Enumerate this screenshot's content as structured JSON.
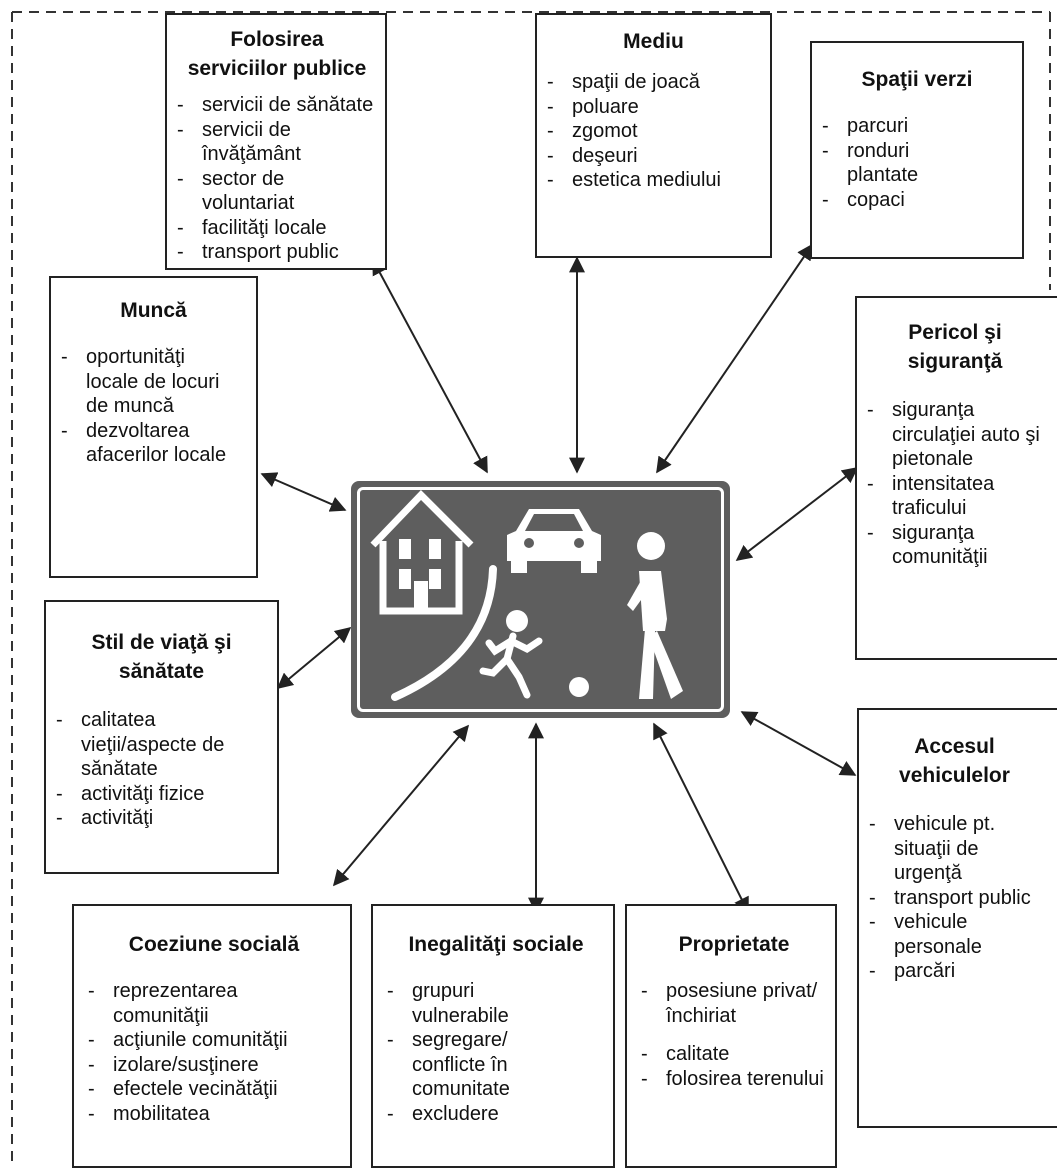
{
  "nodes": {
    "public_services": {
      "title": "Folosirea serviciilor publice",
      "items": [
        "servicii de sănătate",
        "servicii de învăţământ",
        "sector de voluntariat",
        "facilităţi locale",
        "transport public"
      ]
    },
    "environment": {
      "title": "Mediu",
      "items": [
        "spaţii de joacă",
        "poluare",
        "zgomot",
        "deşeuri",
        "estetica mediului"
      ]
    },
    "green_spaces": {
      "title": "Spaţii verzi",
      "items": [
        "parcuri",
        "ronduri plantate",
        "copaci"
      ]
    },
    "work": {
      "title": "Muncă",
      "items": [
        "oportunităţi locale de locuri de muncă",
        "dezvoltarea afacerilor locale"
      ]
    },
    "danger_safety": {
      "title": "Pericol şi siguranţă",
      "items": [
        "siguranţa circulaţiei auto şi pietonale",
        "intensitatea traficului",
        "siguranţa comunităţii"
      ]
    },
    "lifestyle_health": {
      "title": "Stil de viaţă şi sănătate",
      "items": [
        "calitatea vieţii/aspecte de sănătate",
        "activităţi fizice",
        "activităţi"
      ]
    },
    "vehicle_access": {
      "title": "Accesul vehiculelor",
      "items": [
        "vehicule pt. situaţii de urgenţă",
        "transport public",
        "vehicule personale",
        "parcări"
      ]
    },
    "social_cohesion": {
      "title": "Coeziune socială",
      "items": [
        "reprezentarea comunităţii",
        "acţiunile comunităţii",
        "izolare/susţinere",
        "efectele vecinătăţii",
        "mobilitatea"
      ]
    },
    "social_inequality": {
      "title": "Inegalităţi sociale",
      "items": [
        "grupuri vulnerabile",
        "segregare/ conflicte în comunitate",
        "excludere"
      ]
    },
    "property": {
      "title": "Proprietate",
      "items": [
        "posesiune privat/închiriat",
        "calitate",
        "folosirea terenului"
      ]
    }
  },
  "center": {
    "pictogram": "living-street-sign",
    "symbols": [
      "house-icon",
      "car-icon",
      "child-icon",
      "ball-icon",
      "pedestrian-icon"
    ],
    "color": "#5e5e5e"
  },
  "arrow_color": "#222222"
}
